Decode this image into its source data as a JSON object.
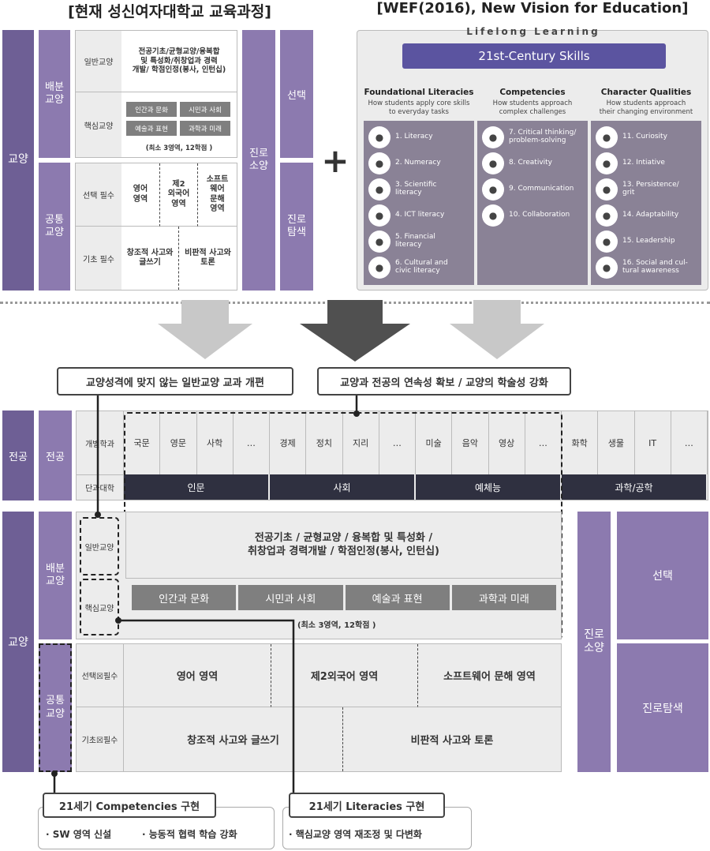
{
  "top_left": {
    "title": "[현재 성신여자대학교 교육과정]",
    "gyoyang": "교양",
    "baebun": "배분\n교양",
    "gongtong": "공통\n교양",
    "ilban_label": "일반교양",
    "ilban_content": "전공기초/균형교양/융복합\n및 특성화/취창업과 경력\n개발/ 학점인정(봉사, 인턴십)",
    "haeksim_label": "핵심교양",
    "core": [
      "인간과 문화",
      "시민과 사회",
      "예술과 표현",
      "과학과 미래"
    ],
    "core_note": "(최소 3영역, 12학점 )",
    "seontaek_label": "선택 필수",
    "seontaek_items": [
      "영어\n영역",
      "제2\n외국어\n영역",
      "소프트\n웨어\n문해\n영역"
    ],
    "gicho_label": "기초 필수",
    "gicho_items": [
      "창조적 사고와\n글쓰기",
      "비판적 사고와\n토론"
    ],
    "jinro": "진로\n소양",
    "sel": "선택",
    "jinro_tamsaek": "진로\n탐색"
  },
  "plus": "+",
  "top_right": {
    "title": "[WEF(2016), New Vision for Education]",
    "lifelong": "Lifelong Learning",
    "skills": "21st-Century Skills",
    "columns": [
      {
        "title": "Foundational Literacies",
        "subtitle": "How students apply core skills\nto everyday tasks",
        "items": [
          "1. Literacy",
          "2. Numeracy",
          "3. Scientific\nliteracy",
          "4. ICT literacy",
          "5. Financial\nliteracy",
          "6. Cultural and\ncivic literacy"
        ]
      },
      {
        "title": "Competencies",
        "subtitle": "How students approach\ncomplex challenges",
        "items": [
          "7. Critical thinking/\nproblem-solving",
          "8. Creativity",
          "9. Communication",
          "10. Collaboration"
        ]
      },
      {
        "title": "Character Qualities",
        "subtitle": "How students approach\ntheir changing environment",
        "items": [
          "11. Curiosity",
          "12. Intiative",
          "13. Persistence/\ngrit",
          "14. Adaptability",
          "15. Leadership",
          "16. Social and cul-\ntural awareness"
        ]
      }
    ]
  },
  "callouts": {
    "left": "교양성격에 맞지 않는 일반교양 교과 개편",
    "right": "교양과 전공의 연속성 확보 / 교양의 학술성 강화"
  },
  "major": {
    "jeongong_outer": "전공",
    "jeongong_inner": "전공",
    "gaebyeol": "개별학과",
    "dangwa": "단과대학",
    "depts": [
      "국문",
      "영문",
      "사학",
      "…",
      "경제",
      "정치",
      "지리",
      "…",
      "미술",
      "음악",
      "영상",
      "…",
      "화학",
      "생물",
      "IT",
      "…"
    ],
    "colleges": [
      "인문",
      "사회",
      "예체능",
      "과학/공학"
    ]
  },
  "bottom": {
    "gyoyang": "교양",
    "baebun": "배분\n교양",
    "gongtong": "공통\n교양",
    "ilban_label": "일반교양",
    "ilban_content": "전공기초 / 균형교양 / 융복합 및 특성화 /\n취창업과 경력개발 / 학점인정(봉사, 인턴십)",
    "haeksim_label": "핵심교양",
    "core": [
      "인간과 문화",
      "시민과 사회",
      "예술과 표현",
      "과학과 미래"
    ],
    "core_note": "(최소 3영역, 12학점 )",
    "seontaek_label": "선택☒필수",
    "seontaek_items": [
      "영어 영역",
      "제2외국어 영역",
      "소프트웨어 문해 영역"
    ],
    "gicho_label": "기초☒필수",
    "gicho_items": [
      "창조적 사고와 글쓰기",
      "비판적 사고와 토론"
    ],
    "jinro": "진로\n소양",
    "sel": "선택",
    "jinro_tamsaek": "진로탐색"
  },
  "footer": {
    "comp_title": "21세기 Competencies 구현",
    "comp_items": [
      "· SW 영역 신설",
      "· 능동적 협력 학습 강화"
    ],
    "lit_title": "21세기 Literacies 구현",
    "lit_items": [
      "· 핵심교양 영역 재조정 및 다변화"
    ]
  },
  "colors": {
    "purple": "#6e5f95",
    "light_purple": "#8c7aaf",
    "navy": "#2f3040",
    "gray": "#ececec"
  }
}
